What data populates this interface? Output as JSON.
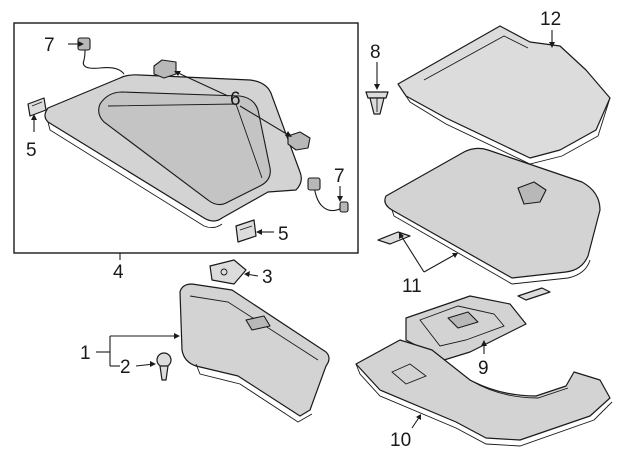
{
  "callouts": {
    "c1": "1",
    "c2": "2",
    "c3": "3",
    "c4": "4",
    "c5a": "5",
    "c5b": "5",
    "c6": "6",
    "c7a": "7",
    "c7b": "7",
    "c8": "8",
    "c9": "9",
    "c10": "10",
    "c11": "11",
    "c12": "12"
  },
  "colors": {
    "line": "#1a1a1a",
    "part_fill": "#d3d3d3",
    "background": "#ffffff"
  }
}
